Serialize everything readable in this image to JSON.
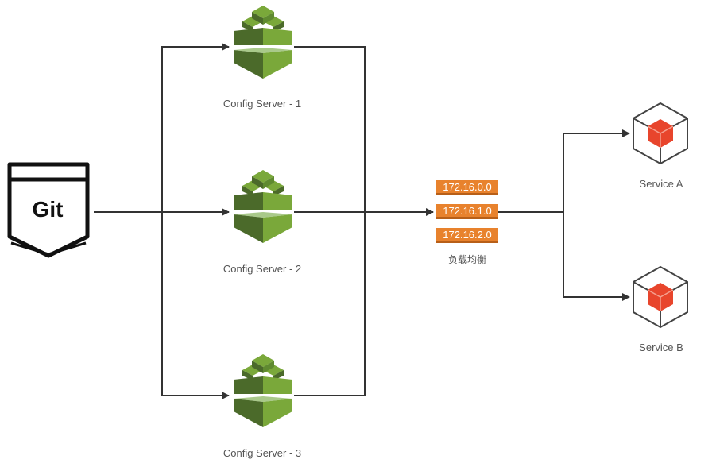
{
  "source": {
    "label": "Git",
    "icon": "git-repository-icon"
  },
  "config_servers": [
    {
      "label": "Config Server - 1",
      "icon": "aws-config-server-icon"
    },
    {
      "label": "Config Server - 2",
      "icon": "aws-config-server-icon"
    },
    {
      "label": "Config Server - 3",
      "icon": "aws-config-server-icon"
    }
  ],
  "load_balancer": {
    "label": "负载均衡",
    "addresses": [
      "172.16.0.0",
      "172.16.1.0",
      "172.16.2.0"
    ],
    "color": "#e8822d"
  },
  "services": [
    {
      "label": "Service A",
      "icon": "service-cube-icon"
    },
    {
      "label": "Service B",
      "icon": "service-cube-icon"
    }
  ],
  "colors": {
    "config_green_light": "#7aa83a",
    "config_green_dark": "#4b6a2a",
    "service_red": "#e8452c",
    "line": "#333333"
  }
}
